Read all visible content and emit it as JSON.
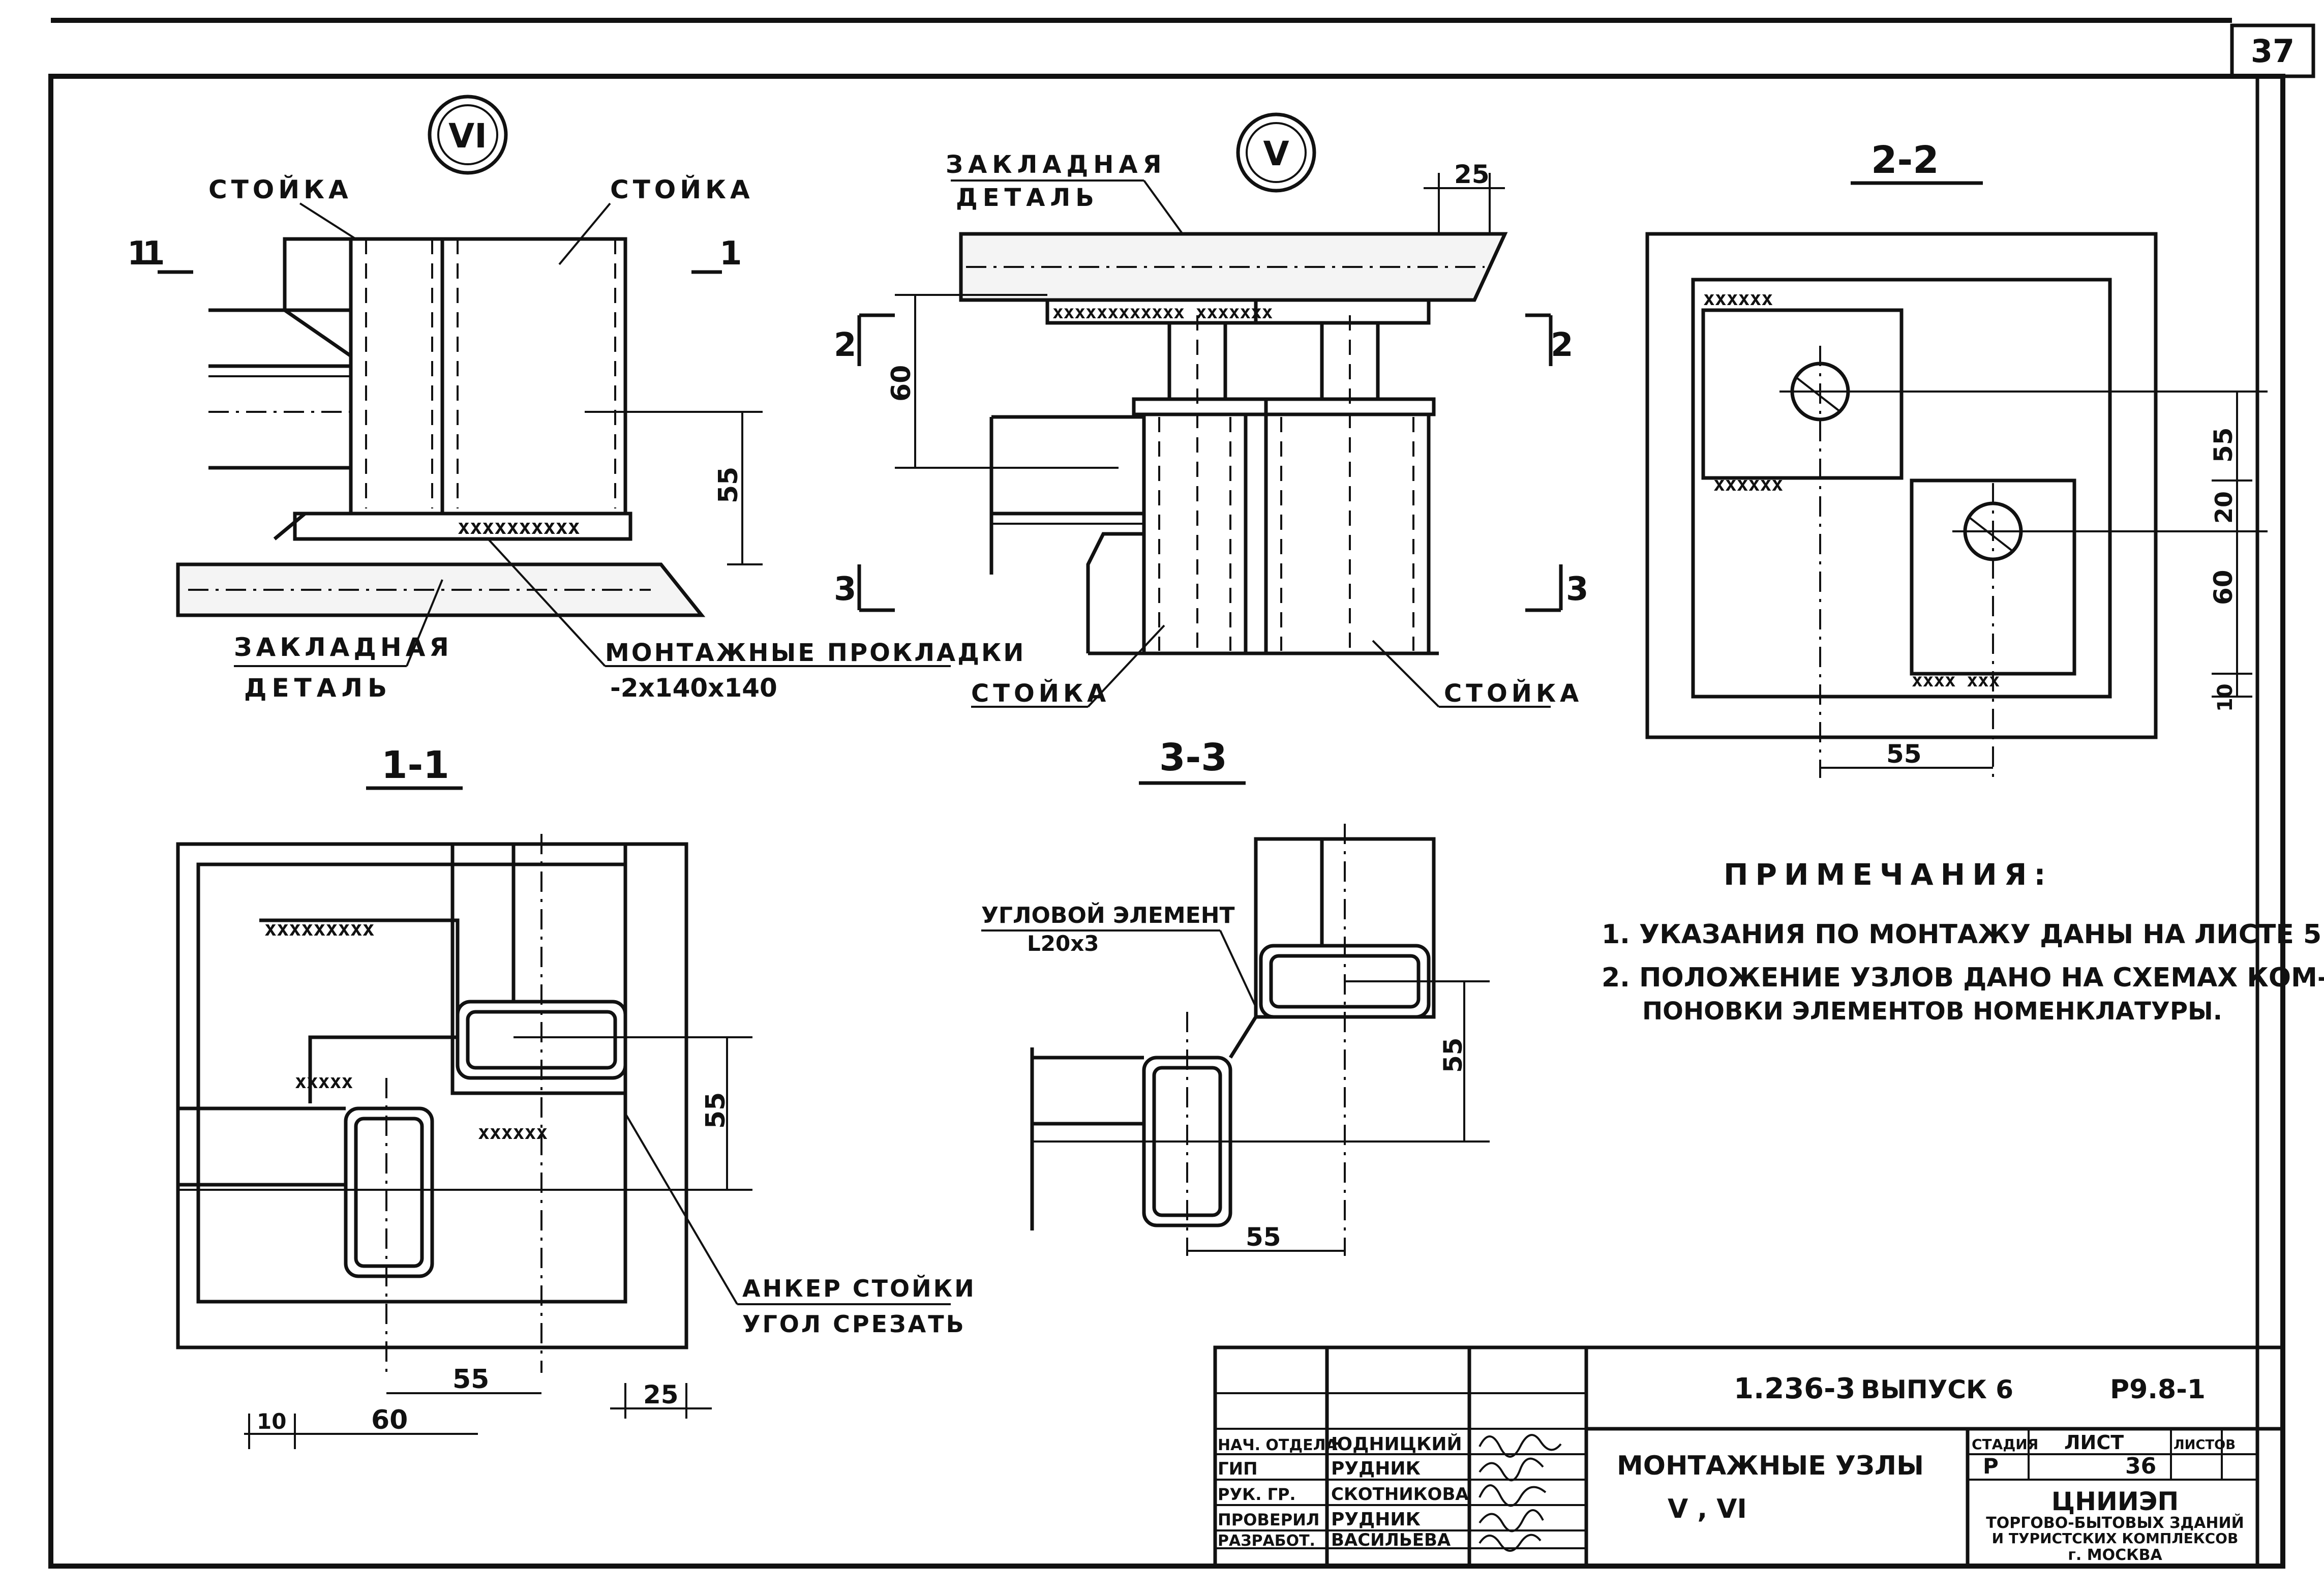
{
  "sheet": {
    "sheet_number": "37"
  },
  "detail_vi": {
    "marker": "VI",
    "label_post_left": "СТОЙКА",
    "label_post_right": "СТОЙКА",
    "section_left": "1",
    "section_right": "1",
    "dim_55": "55",
    "label_embedded": "ЗАКЛАДНАЯ",
    "label_embedded_2": "ДЕТАЛЬ",
    "label_pads": "МОНТАЖНЫЕ ПРОКЛАДКИ",
    "label_pads_size": "-2x140x140"
  },
  "detail_v": {
    "marker": "V",
    "label_embedded": "ЗАКЛАДНАЯ",
    "label_embedded_2": "ДЕТАЛЬ",
    "dim_25": "25",
    "dim_60": "60",
    "section_2_left": "2",
    "section_2_right": "2",
    "section_3_left": "3",
    "section_3_right": "3",
    "label_post_left": "СТОЙКА",
    "label_post_right": "СТОЙКА"
  },
  "section_22": {
    "title": "2-2",
    "dim_55_v": "55",
    "dim_20": "20",
    "dim_60": "60",
    "dim_10": "10",
    "dim_55_h": "55"
  },
  "section_11": {
    "title": "1-1",
    "dim_55_v": "55",
    "dim_55_h": "55",
    "dim_60": "60",
    "dim_10": "10",
    "dim_25": "25",
    "label_anchor": "АНКЕР СТОЙКИ",
    "label_anchor_2": "УГОЛ СРЕЗАТЬ"
  },
  "section_33": {
    "title": "3-3",
    "label_angle": "УГЛОВОЙ ЭЛЕМЕНТ",
    "label_angle_size": "L20x3",
    "dim_55_v": "55",
    "dim_55_h": "55"
  },
  "notes": {
    "title": "ПРИМЕЧАНИЯ:",
    "items": [
      "1. УКАЗАНИЯ ПО МОНТАЖУ ДАНЫ НА ЛИСТЕ 5.",
      "2. ПОЛОЖЕНИЕ УЗЛОВ ДАНО НА СХЕМАХ КОМ-",
      "ПОНОВКИ ЭЛЕМЕНТОВ НОМЕНКЛАТУРЫ."
    ]
  },
  "title_block": {
    "code": "1.236-3",
    "issue": "ВЫПУСК 6",
    "doc": "Р9.8-1",
    "drawing_title": "МОНТАЖНЫЕ УЗЛЫ",
    "drawing_subtitle": "V , VI",
    "stage_header": "СТАДИЯ",
    "sheet_header": "ЛИСТ",
    "sheets_header": "ЛИСТОВ",
    "stage": "Р",
    "sheet": "36",
    "org_1": "ЦНИИЭП",
    "org_2": "ТОРГОВО-БЫТОВЫХ ЗДАНИЙ",
    "org_3": "И ТУРИСТСКИХ КОМПЛЕКСОВ",
    "org_4": "г. МОСКВА",
    "roles": [
      {
        "role": "НАЧ. ОТДЕЛА",
        "name": "ЮДНИЦКИЙ"
      },
      {
        "role": "ГИП",
        "name": "РУДНИК"
      },
      {
        "role": "РУК. ГР.",
        "name": "СКОТНИКОВА"
      },
      {
        "role": "ПРОВЕРИЛ",
        "name": "РУДНИК"
      },
      {
        "role": "РАЗРАБОТ.",
        "name": "ВАСИЛЬЕВА"
      }
    ]
  }
}
